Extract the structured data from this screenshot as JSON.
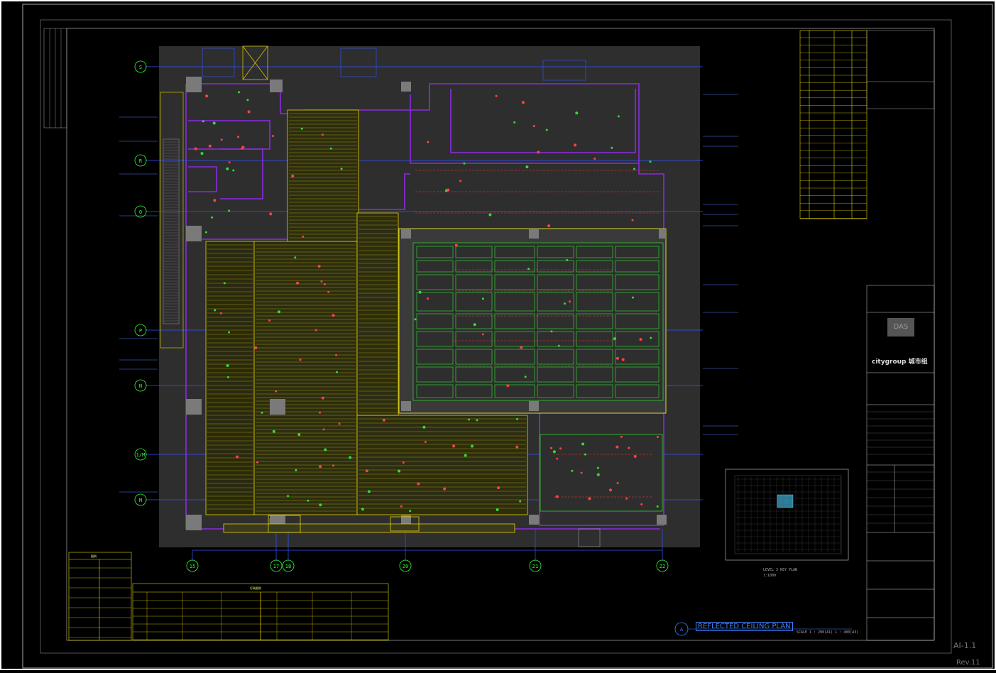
{
  "sheet": {
    "drawing_title": "REFLECTED CEILING PLAN",
    "drawing_marker": "A",
    "scale_note": "SCALE 1 : 200(A1) 1 : 400(A3)",
    "sheet_number": "AI-1.1",
    "revision": "Rev.11",
    "key_plan_label": "LEVEL 3 KEY PLAN",
    "key_plan_scale": "1:1000"
  },
  "grids": {
    "rows": [
      "S",
      "R",
      "Q",
      "P",
      "N",
      "1/M",
      "M"
    ],
    "columns": [
      "15",
      "17",
      "18",
      "20",
      "21",
      "22"
    ]
  },
  "title_block": {
    "logo_das": "DAS",
    "logo_city": "citygroup 城市组"
  },
  "legends": {
    "line_legend_title": "图例",
    "symbol_legend_title": "灯具图例"
  },
  "colors": {
    "background": "#000000",
    "plan_background": "#2e2e2e",
    "wall": "#8a2be2",
    "ceiling_grid": "#ffff33",
    "light_panel": "#33cc33",
    "grid_line": "#3355ff",
    "grid_bubble": "#33ff33",
    "frame": "#ffffff",
    "border": "#555555"
  }
}
